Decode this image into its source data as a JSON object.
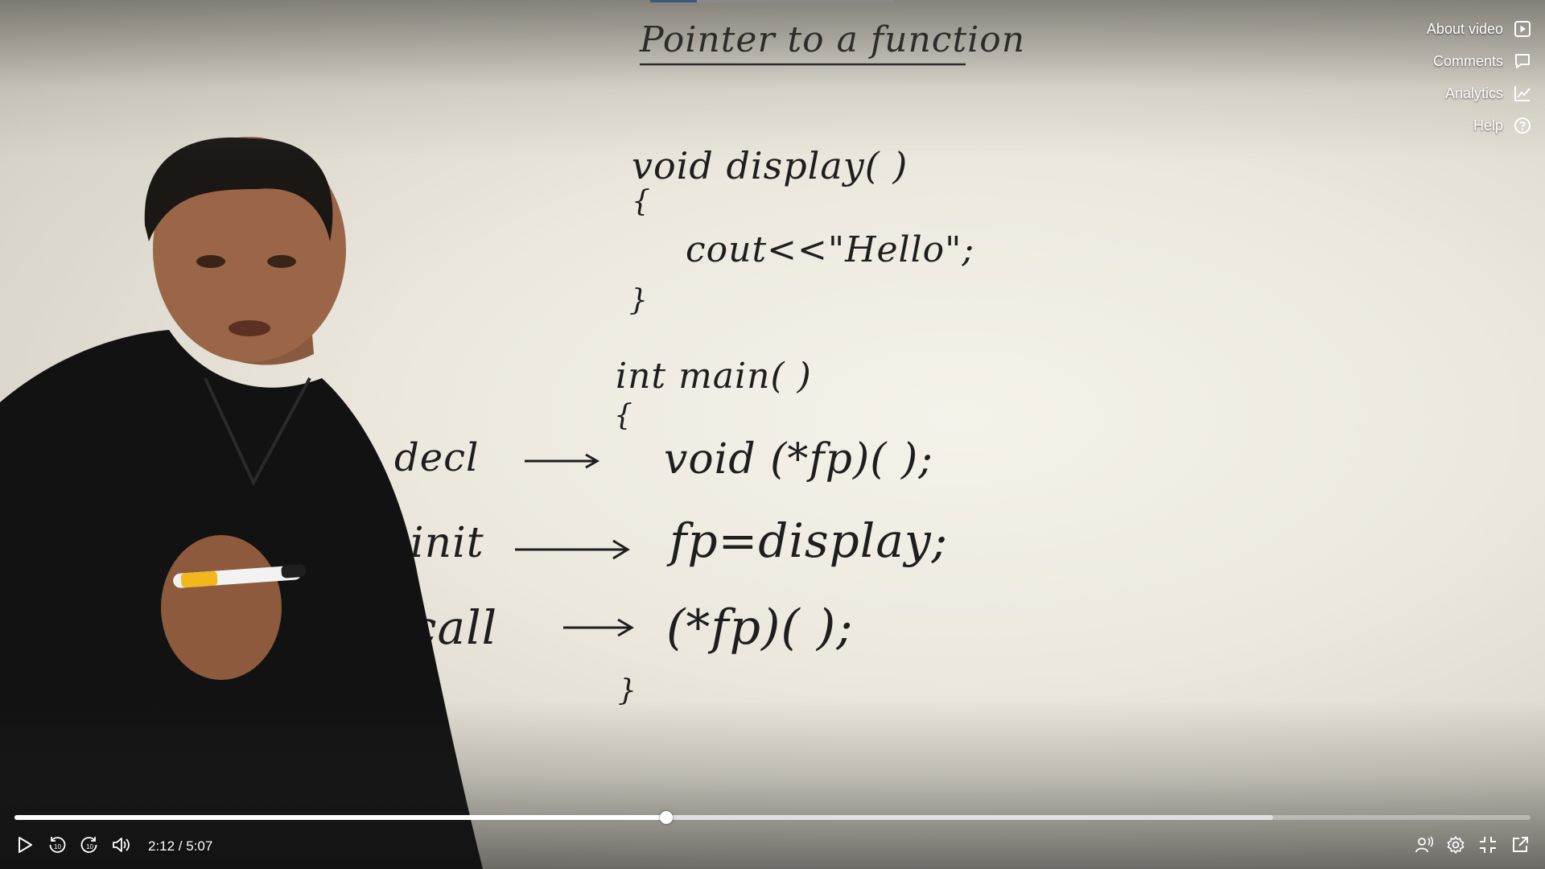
{
  "board": {
    "title": "Pointer to a function",
    "lines": {
      "void_display": "void display( )",
      "open_brace_1": "{",
      "cout": "cout<<\"Hello\";",
      "close_brace_1": "}",
      "int_main": "int main( )",
      "open_brace_2": "{",
      "decl_label": "decl",
      "decl_code": "void (*fp)( );",
      "init_label": "init",
      "init_code": "fp=display;",
      "call_label": "call",
      "call_code": "(*fp)( );",
      "close_brace_2": "}"
    }
  },
  "side_menu": {
    "items": [
      {
        "label": "About video",
        "icon": "play-square-icon"
      },
      {
        "label": "Comments",
        "icon": "comment-icon"
      },
      {
        "label": "Analytics",
        "icon": "chart-line-icon"
      },
      {
        "label": "Help",
        "icon": "help-circle-icon"
      }
    ]
  },
  "player": {
    "current_time": "2:12",
    "duration": "5:07",
    "time_display": "2:12 / 5:07",
    "progress_fraction": 0.43,
    "buffered_fraction": 0.83,
    "icons": {
      "play": "play-icon",
      "rewind": "rewind-10-icon",
      "forward": "forward-10-icon",
      "volume": "volume-icon",
      "transcript": "transcript-icon",
      "settings": "settings-icon",
      "exit_fullscreen": "exit-fullscreen-icon",
      "popout": "popout-icon"
    }
  },
  "colors": {
    "marker": "#1e1e1e",
    "progress_played": "#ffffff",
    "top_indicator": "#3b7ad1"
  }
}
